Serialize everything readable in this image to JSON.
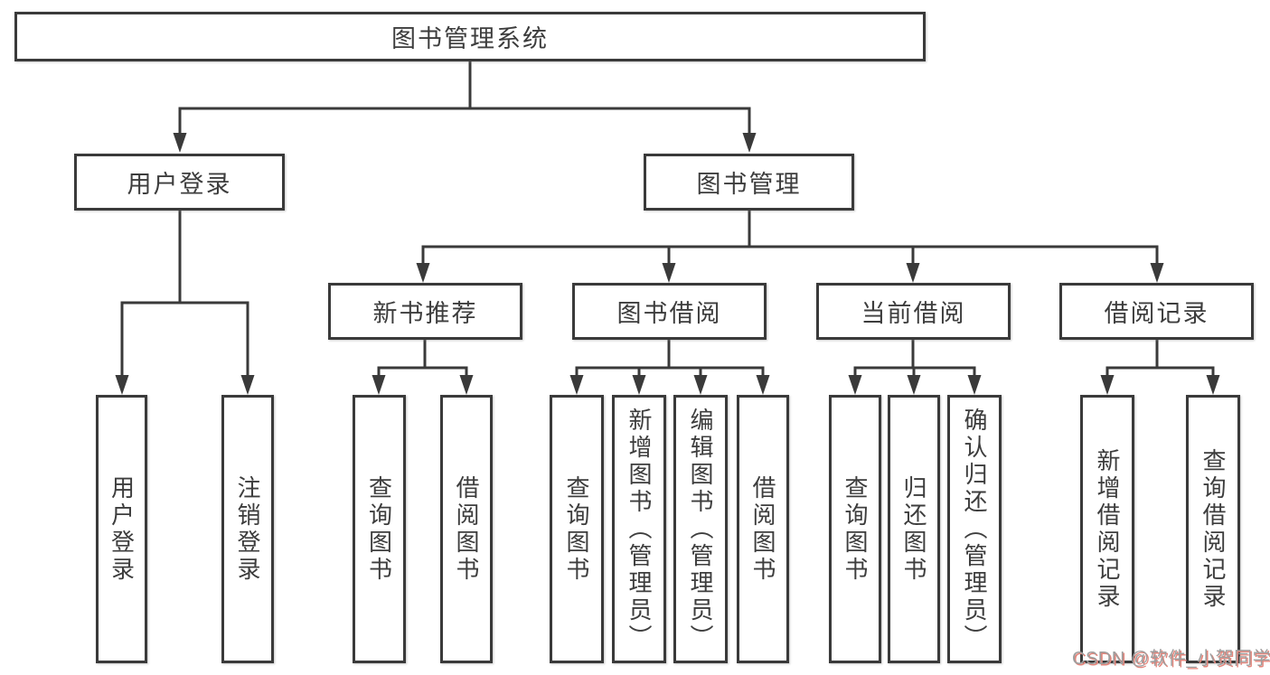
{
  "colors": {
    "line": "#3a3a3a",
    "text": "#3d3d3d",
    "background": "#ffffff",
    "watermark": "#9e9e9e",
    "watermark_shadow": "#e4857b"
  },
  "tree": {
    "root": {
      "label": "图书管理系统"
    },
    "branches": [
      {
        "label": "用户登录",
        "children": [
          "用户登录",
          "注销登录"
        ]
      },
      {
        "label": "图书管理",
        "children": [
          {
            "label": "新书推荐",
            "children": [
              "查询图书",
              "借阅图书"
            ]
          },
          {
            "label": "图书借阅",
            "children": [
              "查询图书",
              "新增图书（管理员）",
              "编辑图书（管理员）",
              "借阅图书"
            ]
          },
          {
            "label": "当前借阅",
            "children": [
              "查询图书",
              "归还图书",
              "确认归还（管理员）"
            ]
          },
          {
            "label": "借阅记录",
            "children": [
              "新增借阅记录",
              "查询借阅记录"
            ]
          }
        ]
      }
    ]
  },
  "watermark": {
    "text": "CSDN @软件_小贺同学"
  }
}
